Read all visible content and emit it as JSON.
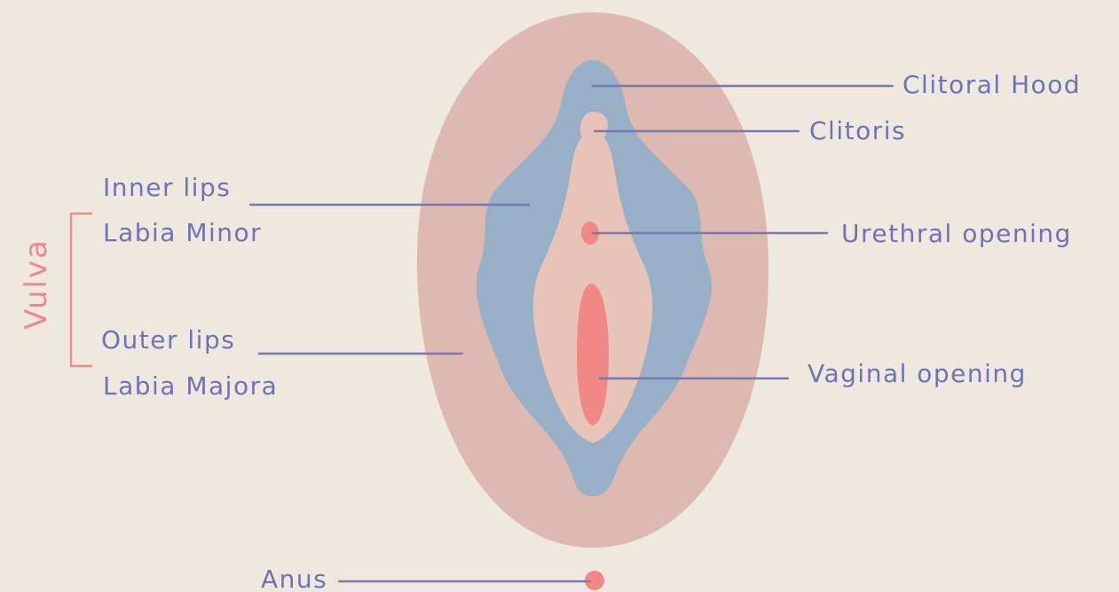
{
  "labels": {
    "clitoral_hood": "Clitoral Hood",
    "clitoris": "Clitoris",
    "inner_lips": "Inner lips",
    "labia_minor": "Labia Minor",
    "urethral_opening": "Urethral opening",
    "vulva": "Vulva",
    "outer_lips": "Outer lips",
    "labia_majora": "Labia Majora",
    "vaginal_opening": "Vaginal opening",
    "anus": "Anus"
  },
  "colors": {
    "background": "#efe8df",
    "outer_lips_fill": "#deb9b1",
    "inner_lips_fill": "#98b0c7",
    "vestibule_fill": "#e8c4b8",
    "openings_fill": "#f08886",
    "leader_line": "#7a78b0",
    "label_text": "#6f72b8",
    "vulva_bracket": "#ee8a87"
  }
}
